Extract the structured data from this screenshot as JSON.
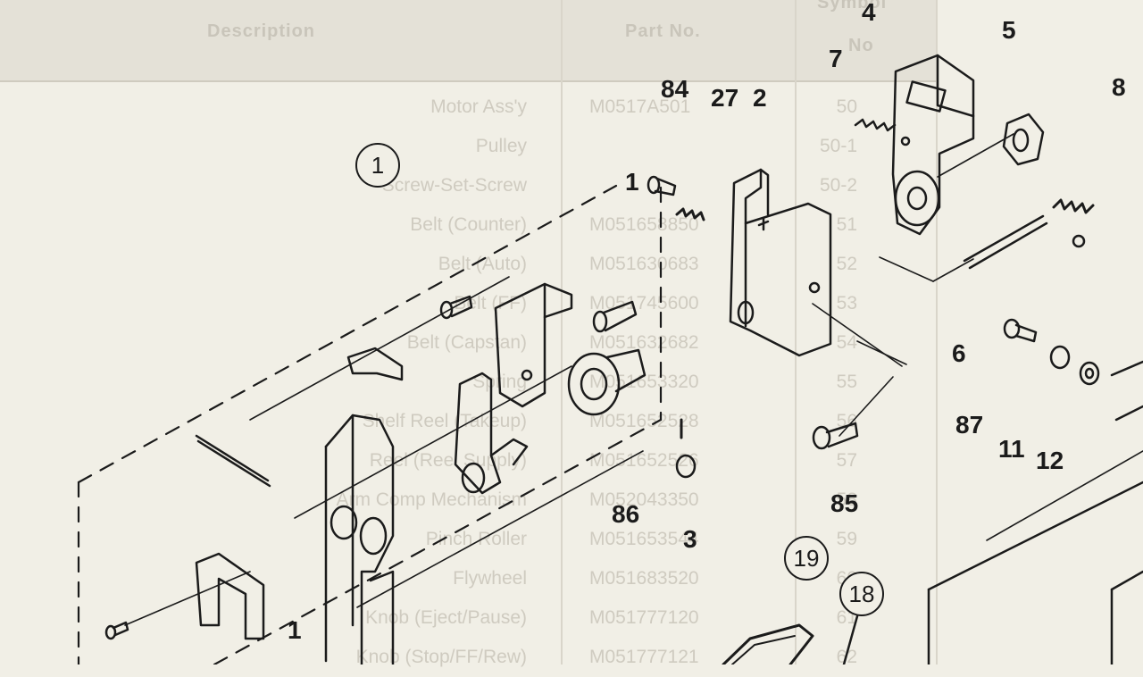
{
  "table": {
    "headers": {
      "description": "Description",
      "part_no": "Part No.",
      "symbol_top": "Symbol",
      "symbol_bottom": "No"
    },
    "rows": [
      {
        "desc": "Motor Ass'y",
        "part": "M0517A501",
        "sym": "50"
      },
      {
        "desc": "Pulley",
        "part": "",
        "sym": "50-1"
      },
      {
        "desc": "Screw-Set-Screw",
        "part": "",
        "sym": "50-2"
      },
      {
        "desc": "Belt (Counter)",
        "part": "M051658850",
        "sym": "51"
      },
      {
        "desc": "Belt (Auto)",
        "part": "M051630683",
        "sym": "52"
      },
      {
        "desc": "Belt (FF)",
        "part": "M051745600",
        "sym": "53"
      },
      {
        "desc": "Belt (Capstan)",
        "part": "M051632682",
        "sym": "54"
      },
      {
        "desc": "Spring",
        "part": "M051653320",
        "sym": "55"
      },
      {
        "desc": "Shelf Reel (Takeup)",
        "part": "M051652528",
        "sym": "56"
      },
      {
        "desc": "Reel (Reel Supply)",
        "part": "M051652526",
        "sym": "57"
      },
      {
        "desc": "Arm Comp Mechanism",
        "part": "M052043350",
        "sym": "58"
      },
      {
        "desc": "Pinch Roller",
        "part": "M051653544",
        "sym": "59"
      },
      {
        "desc": "Flywheel",
        "part": "M051683520",
        "sym": "60"
      },
      {
        "desc": "Knob (Eject/Pause)",
        "part": "M051777120",
        "sym": "61"
      },
      {
        "desc": "Knob (Stop/FF/Rew)",
        "part": "M051777121",
        "sym": "62"
      }
    ]
  },
  "callouts": {
    "n4": "4",
    "n5": "5",
    "n7": "7",
    "n8": "8",
    "n84": "84",
    "n27": "27",
    "n2": "2",
    "n1": "1",
    "n6": "6",
    "n87": "87",
    "n11": "11",
    "n12": "12",
    "n86": "86",
    "n3": "3",
    "n85": "85",
    "c1": "1",
    "c19": "19",
    "c18": "18",
    "n1b": "1"
  }
}
